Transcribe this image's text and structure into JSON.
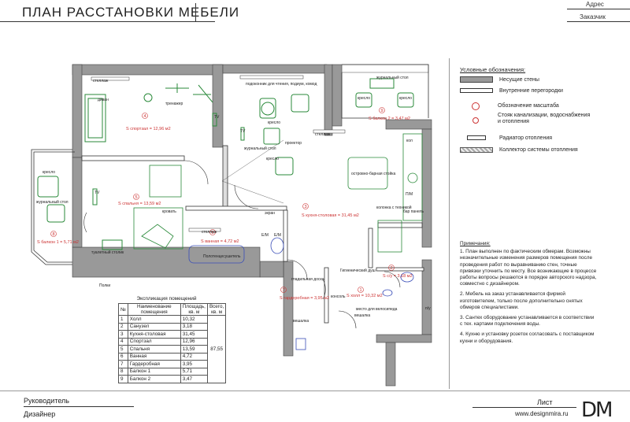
{
  "header": {
    "title": "ПЛАН РАССТАНОВКИ МЕБЕЛИ",
    "address_label": "Адрес",
    "client_label": "Заказчик"
  },
  "legend": {
    "title": "Условные обозначения:",
    "items": [
      {
        "label": "Несущие стены"
      },
      {
        "label": "Внутренние перегородки"
      },
      {
        "label": "Обозначение масштаба"
      },
      {
        "label": "Стояк канализации, водоснабжения и отопления"
      },
      {
        "label": "Радиатор отопления"
      },
      {
        "label": "Коллектор системы отопления"
      }
    ]
  },
  "notes": {
    "title": "Примечания:",
    "items": [
      "1. План выполнен по фактическим обмерам. Возможны незначительные изменения размеров помещения после проведения работ по выравниванию стен, точные привязки уточнить по месту. Все возникающие в процессе работы вопросы решаются в порядке авторского надзора, совместно с дизайнером.",
      "2. Мебель на заказ устанавливается фирмой изготовителем, только после дополнительно снятых обмеров специалистами.",
      "3. Сантех оборудование устанавливается в соответствии с тех. картами подключения воды.",
      "4. Кухню и установку розеток согласовать с поставщиком кухни и оборудования."
    ]
  },
  "explication": {
    "caption": "Экспликация помещений",
    "headers": [
      "№",
      "Наименование помещения",
      "Площадь, кв. м",
      "Всего, кв. м"
    ],
    "rows": [
      {
        "n": "1",
        "name": "Холл",
        "area": "10,32"
      },
      {
        "n": "2",
        "name": "Санузел",
        "area": "3,18"
      },
      {
        "n": "3",
        "name": "Кухня-столовая",
        "area": "31,45"
      },
      {
        "n": "4",
        "name": "Спортзал",
        "area": "12,96"
      },
      {
        "n": "5",
        "name": "Спальня",
        "area": "13,59"
      },
      {
        "n": "6",
        "name": "Ванная",
        "area": "4,72"
      },
      {
        "n": "7",
        "name": "Гардеробная",
        "area": "3,95"
      },
      {
        "n": "8",
        "name": "Балкон 1",
        "area": "5,71"
      },
      {
        "n": "9",
        "name": "Балкон 2",
        "area": "3,47"
      }
    ],
    "total": "87,55"
  },
  "footer": {
    "manager": "Руководитель",
    "designer": "Дизайнер",
    "sheet": "Лист",
    "website": "www.designmira.ru",
    "logo": "DM"
  },
  "plan": {
    "rooms": [
      {
        "n": "4",
        "label": "S спортзал = 12,96 м2"
      },
      {
        "n": "9",
        "label": "S балкон 2 = 3,47 м2"
      },
      {
        "n": "5",
        "label": "S спальня = 13,59 м2"
      },
      {
        "n": "3",
        "label": "S кухня-столовая = 31,45 м2"
      },
      {
        "n": "6",
        "label": "S ванная = 4,72 м2"
      },
      {
        "n": "8",
        "label": "S балкон 1 = 5,71 м2"
      },
      {
        "n": "7",
        "label": "S гардеробная = 3,95 м2"
      },
      {
        "n": "2",
        "label": "S с/у = 3,18 м2"
      },
      {
        "n": "1",
        "label": "S холл = 10,32 м2"
      }
    ],
    "labels": {
      "steklazh1": "стеллаж",
      "divan": "диван",
      "trenazher": "тренажер",
      "tv1": "TV",
      "podokonnik": "подоконник для чтения, подиум, комод",
      "kreslo1": "кресло",
      "kreslo2": "кресло",
      "kreslo3": "кресло",
      "kreslo4": "кресло",
      "kreslo5": "кресло",
      "zhurnal1": "журнальный стол",
      "zhurnal2": "журнальный стол",
      "zhurnal3": "журнальный стол",
      "proektor": "проектор",
      "tv2": "TV",
      "steklazh2": "стеллаж",
      "kol": "кол",
      "ostrov": "островно-барная стойка",
      "pm": "П/М",
      "kolonka": "колонка с техникой",
      "bar": "бар панель",
      "ekran": "экран",
      "tv3": "TV",
      "krovat": "кровать",
      "tualet": "туалетный столик",
      "steklazh3": "стеллаж",
      "polotence": "Полотенцесушитель",
      "em1": "Е/М",
      "em2": "Е/М",
      "polki": "Полки",
      "gladil": "гладильная доска",
      "veshalka1": "вешалка",
      "veshalka2": "вешалка",
      "gigien": "Гигиенический душ",
      "konsol": "консоль",
      "velosiped": "место для велосипеда",
      "pu": "п/у"
    }
  }
}
